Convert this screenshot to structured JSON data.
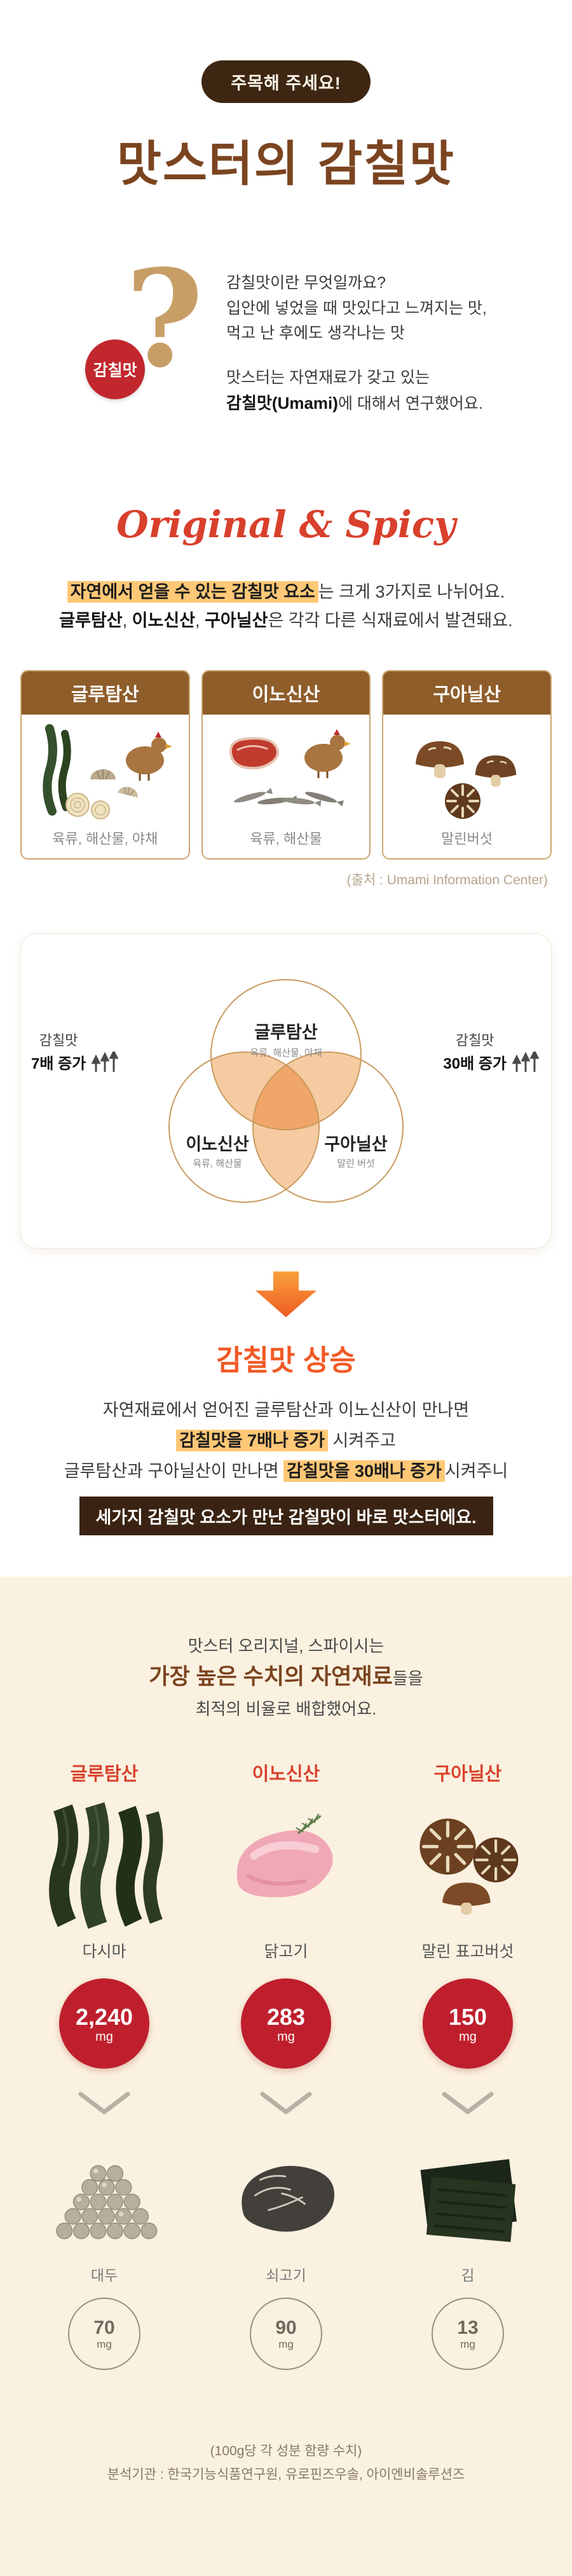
{
  "colors": {
    "accent_red": "#c1272d",
    "brand_brown": "#7b4420",
    "badge_brown": "#3e2712",
    "card_header_brown": "#8e5d2a",
    "highlight_orange": "#ffc876",
    "cream_bg": "#fbf1e0",
    "arrow_orange": "#ef5b25",
    "rise_orange": "#f15a24"
  },
  "header": {
    "badge": "주목해 주세요!",
    "title": "맛스터의 감칠맛"
  },
  "umami_intro": {
    "question_mark": "?",
    "icon_label": "감칠맛",
    "line1": "감칠맛이란 무엇일까요?",
    "line2": "입안에 넣었을 때 맛있다고 느껴지는 맛,",
    "line3": "먹고 난 후에도 생각나는 맛",
    "line4": "맛스터는 자연재료가 갖고 있는",
    "line5_bold": "감칠맛(Umami)",
    "line5_rest": "에 대해서 연구했어요."
  },
  "elements_section": {
    "script_title": "Original & Spicy",
    "desc1_highlight": "자연에서 얻을 수 있는 감칠맛 요소",
    "desc1_rest": "는 크게 3가지로 나뉘어요.",
    "desc2_bold1": "글루탐산",
    "desc2_sep1": ", ",
    "desc2_bold2": "이노신산",
    "desc2_sep2": ", ",
    "desc2_bold3": "구아닐산",
    "desc2_rest": "은 각각 다른 식재료에서 발견돼요.",
    "cards": [
      {
        "title": "글루탐산",
        "caption": "육류, 해산물, 야채"
      },
      {
        "title": "이노신산",
        "caption": "육류, 해산물"
      },
      {
        "title": "구아닐산",
        "caption": "말린버섯"
      }
    ],
    "source": "(출처 : Umami Information Center)"
  },
  "venn": {
    "top_title": "글루탐산",
    "top_sub": "육류, 해산물, 야채",
    "left_title": "이노신산",
    "left_sub": "육류, 해산물",
    "right_title": "구아닐산",
    "right_sub": "말린 버섯",
    "left_label_small": "감칠맛",
    "left_label_bold": "7배 증가",
    "right_label_small": "감칠맛",
    "right_label_bold": "30배 증가"
  },
  "rise": {
    "title": "감칠맛 상승",
    "line1": "자연재료에서 얻어진 글루탐산과 이노신산이 만나면",
    "line2_highlight": "감칠맛을 7배나 증가",
    "line2_rest": " 시켜주고",
    "line3_pre": "글루탐산과 구아닐산이 만나면 ",
    "line3_highlight": "감칠맛을 30배나 증가",
    "line3_rest": "시켜주니",
    "line4_box": "세가지 감칠맛 요소가 만난 감칠맛이 바로 맛스터에요."
  },
  "blend": {
    "intro1": "맛스터 오리지널, 스파이시는",
    "intro2_bold": "가장 높은 수치의 자연재료",
    "intro2_rest": "들을",
    "intro3": "최적의 비율로 배합했어요.",
    "unit": "mg",
    "columns": [
      {
        "label": "글루탐산",
        "top_name": "다시마",
        "top_value": "2,240",
        "bottom_name": "대두",
        "bottom_value": "70"
      },
      {
        "label": "이노신산",
        "top_name": "닭고기",
        "top_value": "283",
        "bottom_name": "쇠고기",
        "bottom_value": "90"
      },
      {
        "label": "구아닐산",
        "top_name": "말린 표고버섯",
        "top_value": "150",
        "bottom_name": "김",
        "bottom_value": "13"
      }
    ],
    "footnote1": "(100g당 각 성분 함량 수치)",
    "footnote2": "분석기관 : 한국기능식품연구원, 유로핀즈우솔, 아이엔비솔루션즈"
  },
  "icons": {
    "question_mark_icon": "?",
    "up_arrows_icon": "↑↑↑",
    "down_arrow_icon": "▼",
    "chevron_down_icon": "⌄"
  }
}
